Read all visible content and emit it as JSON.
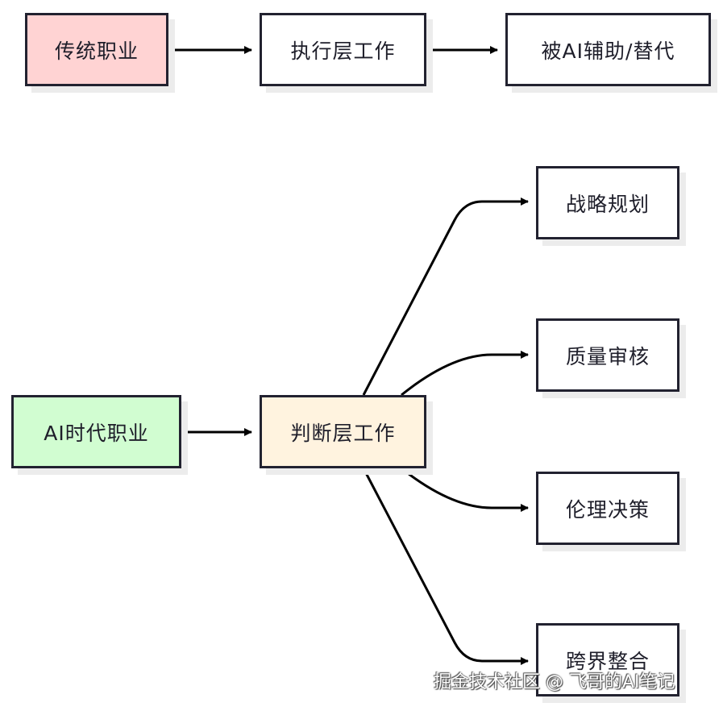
{
  "colors": {
    "border": "#222230",
    "text": "#1e1e2a",
    "arrow": "#000000",
    "traditional_fill": "#ffd3d3",
    "ai_fill": "#d1fdd1",
    "judgment_fill": "#fff3df",
    "default_fill": "#ffffff"
  },
  "nodes": {
    "traditional": "传统职业",
    "execution": "执行层工作",
    "replaced": "被AI辅助/替代",
    "ai_era": "AI时代职业",
    "judgment": "判断层工作",
    "strategy": "战略规划",
    "quality": "质量审核",
    "ethics": "伦理决策",
    "cross": "跨界整合"
  },
  "edges": [
    {
      "from": "traditional",
      "to": "execution"
    },
    {
      "from": "execution",
      "to": "replaced"
    },
    {
      "from": "ai_era",
      "to": "judgment"
    },
    {
      "from": "judgment",
      "to": "strategy"
    },
    {
      "from": "judgment",
      "to": "quality"
    },
    {
      "from": "judgment",
      "to": "ethics"
    },
    {
      "from": "judgment",
      "to": "cross"
    }
  ],
  "watermark": "掘金技术社区 @ 飞哥的AI笔记"
}
